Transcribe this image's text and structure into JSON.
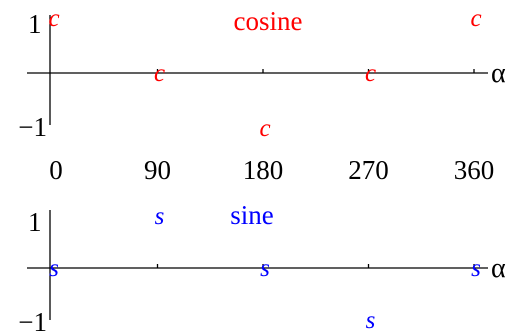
{
  "colors": {
    "cosine": "#ff0000",
    "sine": "#0000ff",
    "axes": "#000000"
  },
  "cosine_panel": {
    "title": "cosine",
    "y_tick_top": "1",
    "y_tick_bottom": "−1",
    "axis_label": "α",
    "marker": "c",
    "points": [
      {
        "x": 0,
        "y": 1
      },
      {
        "x": 90,
        "y": 0
      },
      {
        "x": 180,
        "y": -1
      },
      {
        "x": 270,
        "y": 0
      },
      {
        "x": 360,
        "y": 1
      }
    ]
  },
  "x_ticks": [
    "0",
    "90",
    "180",
    "270",
    "360"
  ],
  "sine_panel": {
    "title": "sine",
    "y_tick_top": "1",
    "y_tick_bottom": "−1",
    "axis_label": "α",
    "marker": "s",
    "points": [
      {
        "x": 0,
        "y": 0
      },
      {
        "x": 90,
        "y": 1
      },
      {
        "x": 180,
        "y": 0
      },
      {
        "x": 270,
        "y": -1
      },
      {
        "x": 360,
        "y": 0
      }
    ]
  }
}
